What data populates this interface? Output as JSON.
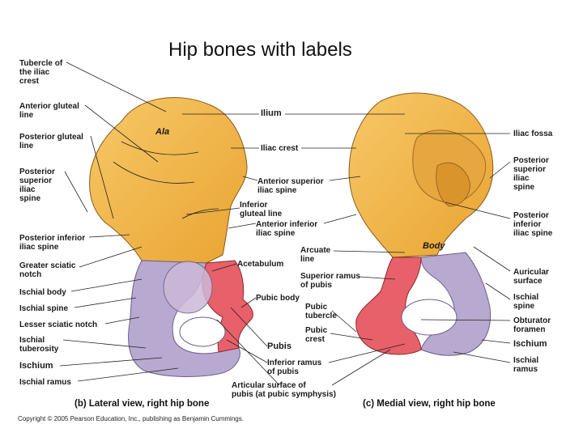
{
  "title": "Hip bones with labels",
  "bone_labels": {
    "ala": "Ala",
    "body": "Body"
  },
  "left_labels": {
    "tubercle": "Tubercle of\nthe iliac\ncrest",
    "ant_gluteal": "Anterior gluteal\nline",
    "post_gluteal": "Posterior gluteal\nline",
    "psis": "Posterior\nsuperior\niliac\nspine",
    "piis": "Posterior inferior\niliac spine",
    "greater_sciatic": "Greater sciatic\nnotch",
    "ischial_body": "Ischial body",
    "ischial_spine": "Ischial spine",
    "lesser_sciatic": "Lesser sciatic notch",
    "ischial_tuberosity": "Ischial\ntuberosity",
    "ischium": "Ischium",
    "ischial_ramus": "Ischial ramus"
  },
  "middle_labels": {
    "ilium": "Ilium",
    "iliac_crest": "Iliac crest",
    "asis": "Anterior superior\niliac spine",
    "inf_gluteal": "Inferior\ngluteal line",
    "aiis": "Anterior inferior\niliac spine",
    "acetabulum": "Acetabulum",
    "pubic_body": "Pubic body",
    "pubis": "Pubis",
    "inf_ramus": "Inferior ramus\nof pubis",
    "articular": "Articular surface of\npubis (at pubic symphysis)",
    "arcuate": "Arcuate\nline",
    "sup_ramus": "Superior ramus\nof pubis",
    "pubic_tubercle": "Pubic\ntubercle",
    "pubic_crest": "Pubic\ncrest"
  },
  "right_labels": {
    "iliac_fossa": "Iliac fossa",
    "psis": "Posterior\nsuperior\niliac\nspine",
    "piis": "Posterior\ninferior\niliac spine",
    "auricular": "Auricular\nsurface",
    "ischial_spine": "Ischial\nspine",
    "obturator": "Obturator\nforamen",
    "ischium": "Ischium",
    "ischial_ramus": "Ischial\nramus"
  },
  "subtitles": {
    "lateral": "(b) Lateral view, right hip bone",
    "medial": "(c) Medial view, right hip bone"
  },
  "copyright": "Copyright © 2005 Pearson Education, Inc., publishing as Benjamin Cummings.",
  "colors": {
    "ilium": "#f3b445",
    "ischium": "#b8a9d0",
    "pubis": "#e8606a",
    "outline": "#8a5a20"
  }
}
